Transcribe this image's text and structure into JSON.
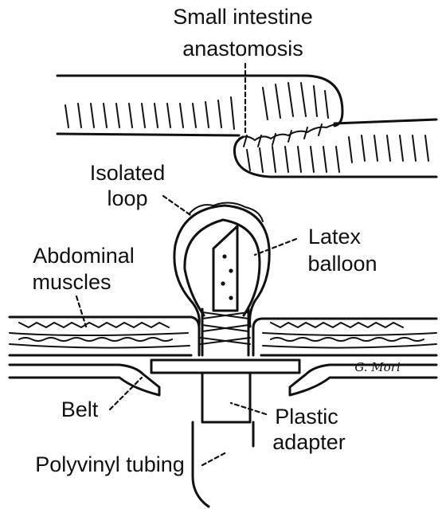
{
  "labels": {
    "anastomosis_line1": "Small intestine",
    "anastomosis_line2": "anastomosis",
    "isolated_loop_line1": "Isolated",
    "isolated_loop_line2": "loop",
    "latex_line1": "Latex",
    "latex_line2": "balloon",
    "abdominal_line1": "Abdominal",
    "abdominal_line2": "muscles",
    "belt": "Belt",
    "plastic_line1": "Plastic",
    "plastic_line2": "adapter",
    "polyvinyl": "Polyvinyl tubing",
    "signature": "G. Mori"
  }
}
